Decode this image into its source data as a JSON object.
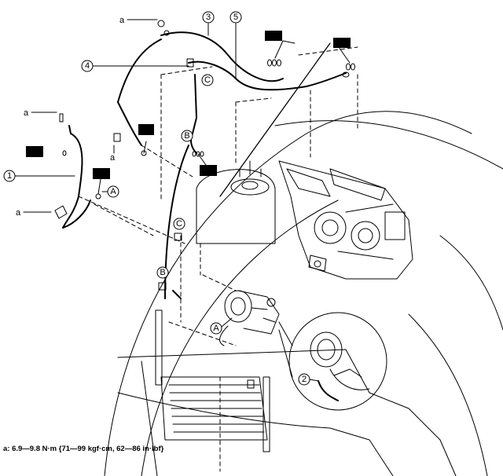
{
  "callouts": {
    "part_1": "1",
    "part_2": "2",
    "part_3": "3",
    "part_4": "4",
    "part_5": "5",
    "ref_a": "A",
    "ref_b": "B",
    "ref_c": "C",
    "torque_a": "a"
  },
  "footer": {
    "spec": "a: 6.9—9.8 N·m {71—99 kgf·cm, 62—86 in·lbf}"
  },
  "colors": {
    "line": "#000000",
    "background": "#ffffff",
    "label_box": "#000000"
  }
}
